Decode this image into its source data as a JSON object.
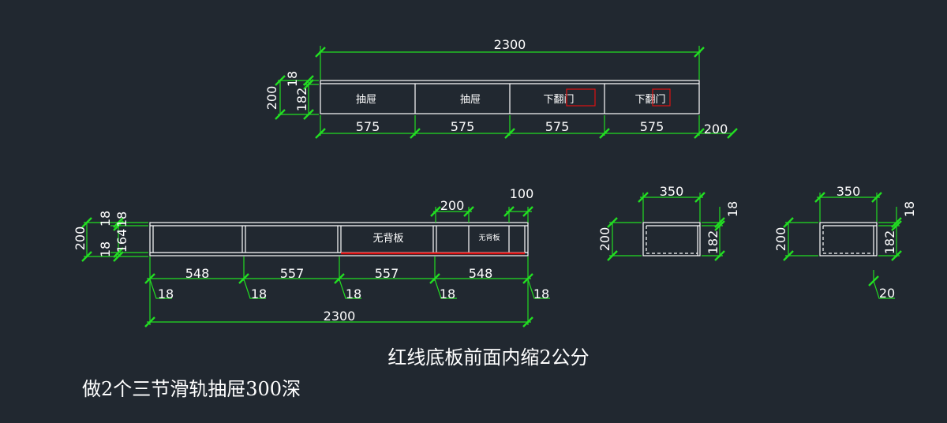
{
  "top_view": {
    "overall_width": "2300",
    "left_height": "200",
    "top_thickness": "18",
    "inner_height": "182",
    "compartments": [
      "抽屉",
      "抽屉",
      "下翻门",
      "下翻门"
    ],
    "widths": [
      "575",
      "575",
      "575",
      "575"
    ],
    "right_dim": "200"
  },
  "bottom_view": {
    "overall_width": "2300",
    "left_stack": [
      "200",
      "18",
      "18",
      "164",
      "18"
    ],
    "compartment_widths": [
      "548",
      "557",
      "557",
      "548"
    ],
    "panel_thickness": [
      "18",
      "18",
      "18",
      "18",
      "18"
    ],
    "no_back_label": "无背板",
    "no_back_small_label": "无背板",
    "dim_200": "200",
    "dim_100": "100"
  },
  "side_a": {
    "width": "350",
    "height": "200",
    "top": "18",
    "inner": "182"
  },
  "side_b": {
    "width": "350",
    "height": "200",
    "top": "18",
    "inner": "182",
    "bottom_offset": "20"
  },
  "notes": {
    "line1": "红线底板前面内缩2公分",
    "line2": "做2个三节滑轨抽屉300深"
  },
  "colors": {
    "background": "#212830",
    "dimension": "#22dd22",
    "outline": "#ffffff",
    "highlight": "#dd1111"
  }
}
